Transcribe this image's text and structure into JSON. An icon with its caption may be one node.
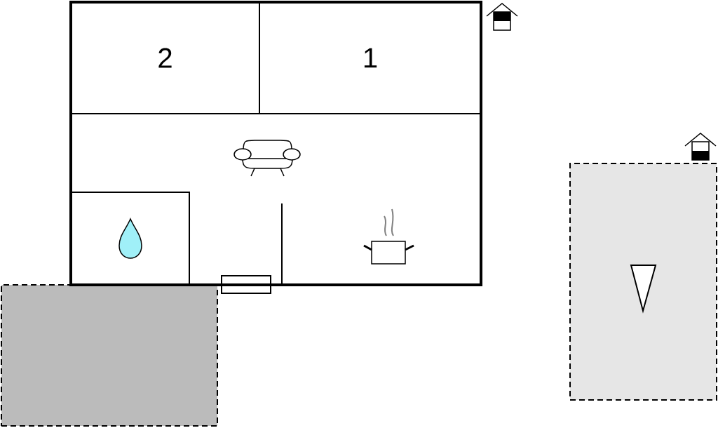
{
  "diagram": {
    "nodes": [
      {
        "text": [
          "2"
        ]
      },
      {
        "text": [
          "1"
        ]
      },
      {
        "text": [],
        "shape": "box"
      },
      {
        "text": [],
        "shape": "box"
      }
    ]
  }
}
